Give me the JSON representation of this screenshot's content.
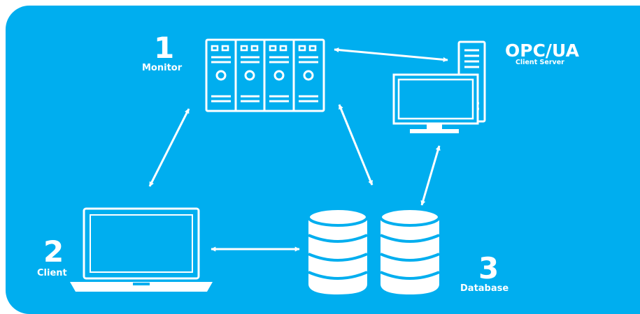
{
  "colors": {
    "background": "#00AEEF",
    "foreground": "#FFFFFF"
  },
  "nodes": {
    "monitor": {
      "number": "1",
      "label": "Monitor",
      "icon": "server-rack-icon"
    },
    "client": {
      "number": "2",
      "label": "Client",
      "icon": "laptop-icon"
    },
    "database": {
      "number": "3",
      "label": "Database",
      "icon": "database-icon"
    },
    "opcua": {
      "title": "OPC/UA",
      "subtitle": "Client Server",
      "icon": "desktop-computer-icon"
    }
  }
}
